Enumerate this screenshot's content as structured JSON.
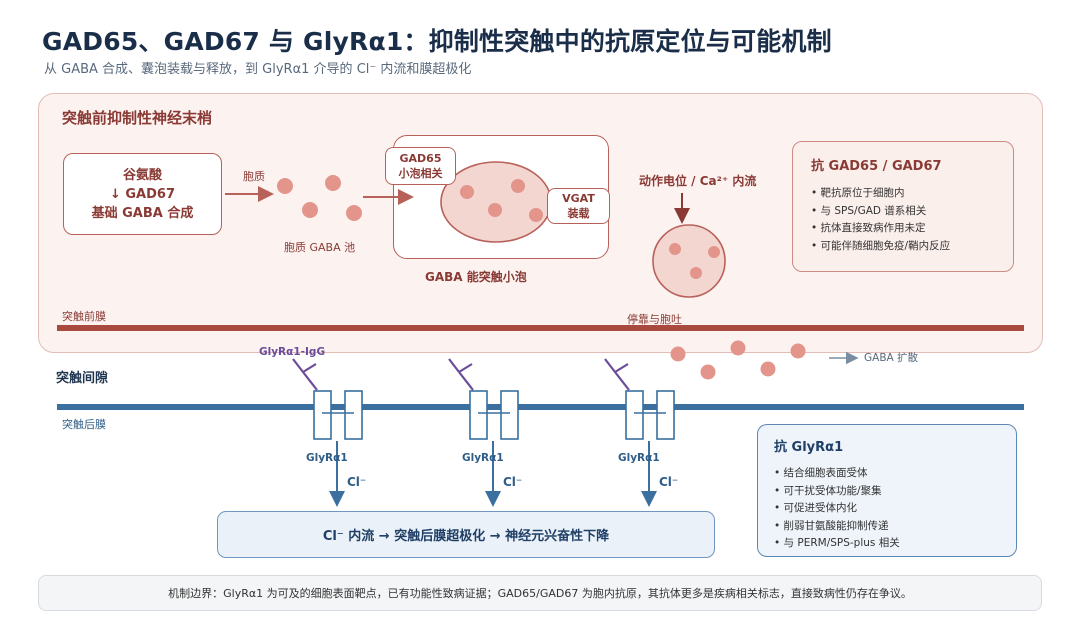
{
  "header": {
    "title": "GAD65、GAD67 与 GlyRα1：抑制性突触中的抗原定位与可能机制",
    "subtitle": "从 GABA 合成、囊泡装载与释放，到 GlyRα1 介导的 Cl⁻ 内流和膜超极化"
  },
  "presynaptic": {
    "title": "突触前抑制性神经末梢",
    "synthesis_box": {
      "line1": "谷氨酸",
      "line2": "↓ GAD67",
      "line3": "基础 GABA 合成"
    },
    "cytoplasm_arrow_label": "胞质",
    "cytoplasm_pool_label": "胞质 GABA 池",
    "gad65_tag": {
      "line1": "GAD65",
      "line2": "小泡相关"
    },
    "vgat_tag": {
      "line1": "VGAT",
      "line2": "装载"
    },
    "vesicle_label": "GABA 能突触小泡",
    "action_potential_label": "动作电位 / Ca²⁺ 内流",
    "docking_label": "停靠与胞吐",
    "membrane_label": "突触前膜"
  },
  "anti_gad": {
    "title": "抗 GAD65 / GAD67",
    "items": [
      "• 靶抗原位于细胞内",
      "• 与 SPS/GAD 谱系相关",
      "• 抗体直接致病作用未定",
      "• 可能伴随细胞免疫/鞘内反应"
    ]
  },
  "cleft": {
    "label": "突触间隙",
    "antibody_label": "GlyRα1-IgG",
    "diffusion_label": "GABA 扩散"
  },
  "postsynaptic": {
    "membrane_label": "突触后膜",
    "receptor_label": "GlyRα1",
    "cl_label": "Cl⁻",
    "result": "Cl⁻ 内流 → 突触后膜超极化 → 神经元兴奋性下降"
  },
  "anti_glyr": {
    "title": "抗 GlyRα1",
    "items": [
      "• 结合细胞表面受体",
      "• 可干扰受体功能/聚集",
      "• 可促进受体内化",
      "• 削弱甘氨酸能抑制传递",
      "• 与 PERM/SPS-plus 相关"
    ]
  },
  "footer_note": "机制边界：GlyRα1 为可及的细胞表面靶点，已有功能性致病证据；GAD65/GAD67 为胞内抗原，其抗体更多是疾病相关标志，直接致病性仍存在争议。",
  "colors": {
    "presynaptic_accent": "#b8615a",
    "postsynaptic_accent": "#3a6f9f",
    "antibody": "#6b4c9a",
    "gaba_dot": "#e3958c"
  }
}
